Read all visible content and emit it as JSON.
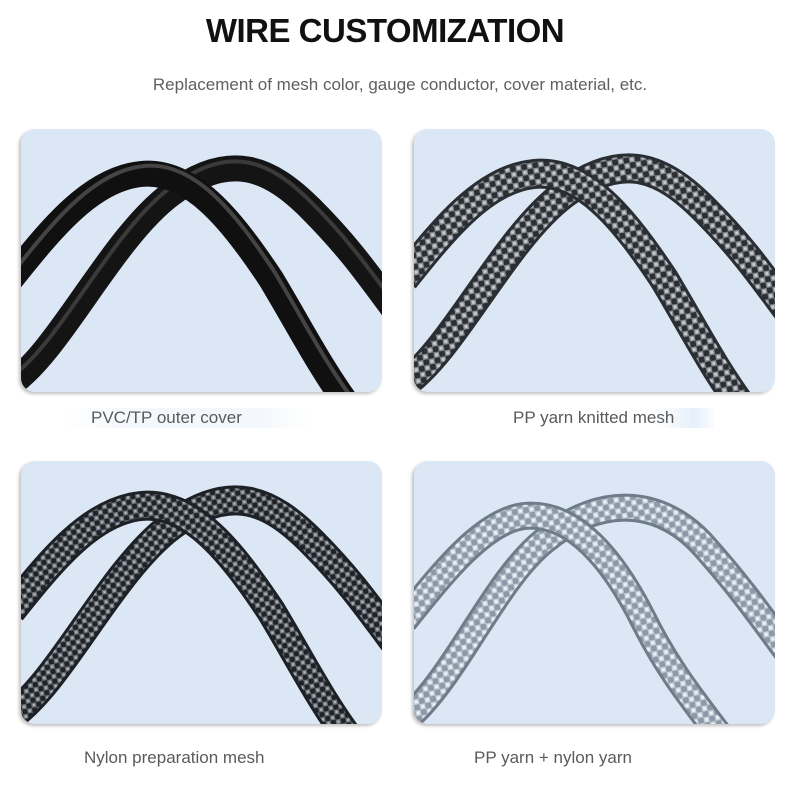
{
  "header": {
    "title": "WIRE CUSTOMIZATION",
    "subtitle": "Replacement of mesh color, gauge conductor, cover material, etc."
  },
  "colors": {
    "card_background": "#dce7f6",
    "title": "#111111",
    "subtitle": "#606060",
    "label": "#5a5a5a"
  },
  "options": [
    {
      "label": "PVC/TP outer cover",
      "image": "black-smooth-cable-icon"
    },
    {
      "label": "PP yarn knitted mesh",
      "image": "dark-braided-cable-icon"
    },
    {
      "label": "Nylon preparation mesh",
      "image": "black-braided-cable-icon"
    },
    {
      "label": "PP yarn + nylon yarn",
      "image": "silver-braided-cable-icon"
    }
  ]
}
